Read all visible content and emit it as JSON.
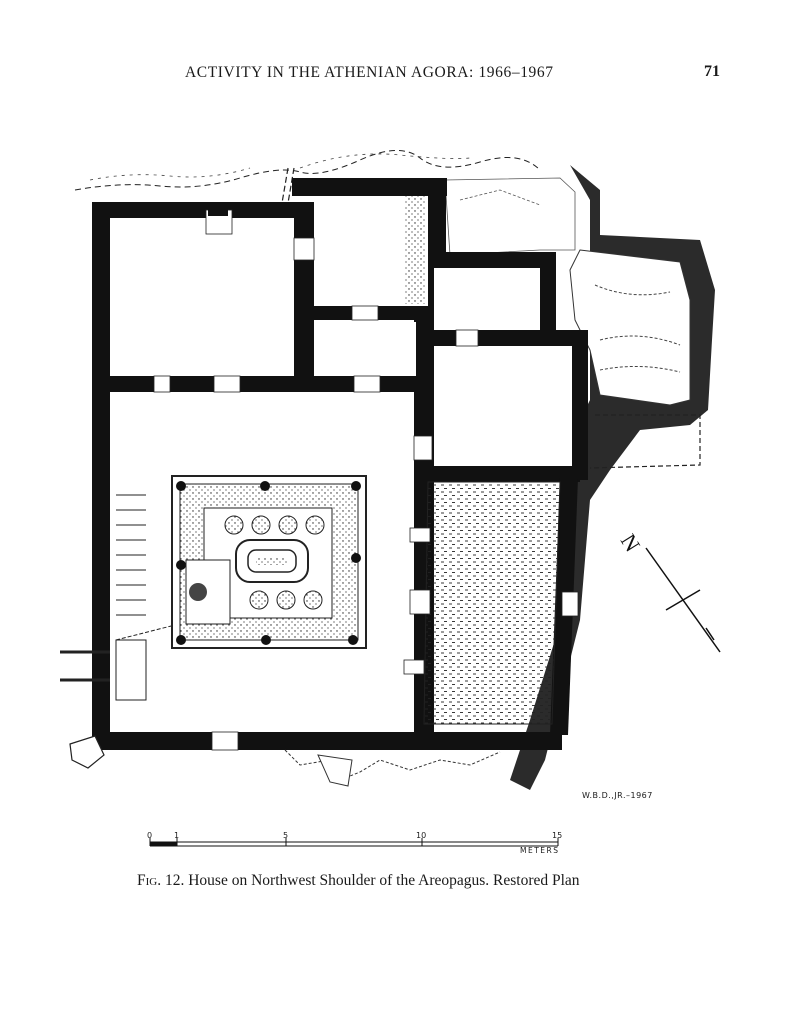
{
  "header": {
    "running_title": "ACTIVITY IN THE ATHENIAN AGORA: 1966–1967",
    "page_number": "71"
  },
  "figure": {
    "signature": "W.B.D.,JR.–1967",
    "north_label": "N",
    "scale": {
      "ticks": [
        "0",
        "1",
        "5",
        "10",
        "15"
      ],
      "unit": "METERS"
    },
    "caption_number": "Fig. 12.",
    "caption_text": "House on Northwest Shoulder of the Areopagus. Restored Plan"
  },
  "colors": {
    "ink": "#1a1a1a",
    "wall": "#111111",
    "stipple": "#d9d9d9",
    "rock": "#2b2b2b"
  }
}
